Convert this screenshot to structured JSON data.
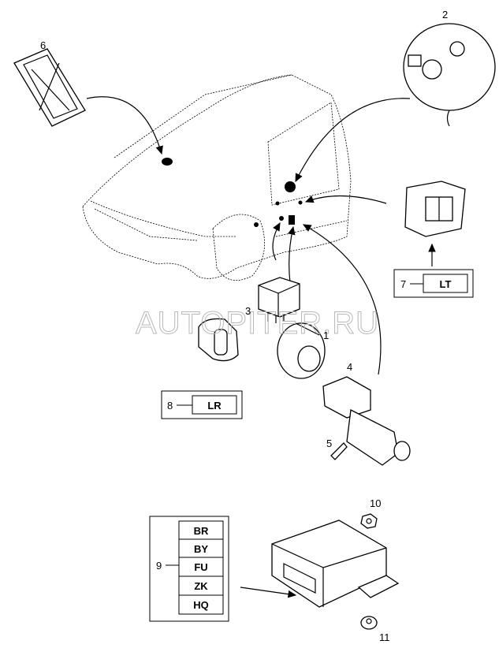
{
  "watermark": "AUTOPITER.RU",
  "callouts": {
    "c1": "1",
    "c2": "2",
    "c3": "3",
    "c4": "4",
    "c5": "5",
    "c6": "6",
    "c7": "7",
    "c8": "8",
    "c9": "9",
    "c10": "10",
    "c11": "11"
  },
  "code_boxes": {
    "box7": {
      "number": "7",
      "codes": [
        "LT"
      ]
    },
    "box8": {
      "number": "8",
      "codes": [
        "LR"
      ]
    },
    "box9": {
      "number": "9",
      "codes": [
        "BR",
        "BY",
        "FU",
        "ZK",
        "HQ"
      ]
    }
  }
}
